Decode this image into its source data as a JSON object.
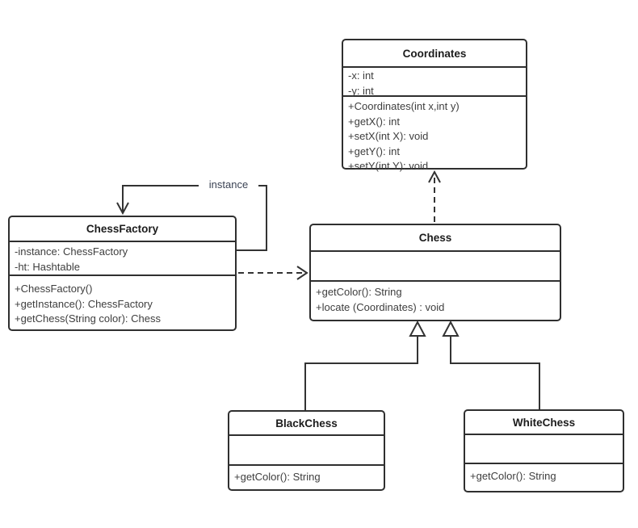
{
  "diagram": {
    "type": "uml-class-diagram",
    "colors": {
      "background": "#ffffff",
      "line": "#333333",
      "border": "#2f2f2f",
      "title_text": "#1c1c1c",
      "member_text": "#3e3e3e"
    },
    "classes": [
      {
        "name": "Coordinates",
        "attributes": [
          "-x:  int",
          "-y:  int"
        ],
        "methods": [
          "+Coordinates(int x,int y)",
          "+getX():  int",
          "+setX(int X):  void",
          "+getY():  int",
          "+setY(int Y):  void"
        ]
      },
      {
        "name": "ChessFactory",
        "attributes": [
          "-instance:  ChessFactory",
          "-ht:  Hashtable"
        ],
        "methods": [
          "+ChessFactory()",
          "+getInstance():  ChessFactory",
          "+getChess(String color):  Chess"
        ]
      },
      {
        "name": "Chess",
        "attributes": [],
        "methods": [
          "+getColor():  String",
          "+locate (Coordinates) : void"
        ]
      },
      {
        "name": "BlackChess",
        "attributes": [],
        "methods": [
          "+getColor():  String"
        ]
      },
      {
        "name": "WhiteChess",
        "attributes": [],
        "methods": [
          "+getColor():  String"
        ]
      }
    ],
    "connectors": {
      "instance_label": "instance",
      "relations": [
        {
          "from": "ChessFactory",
          "to": "ChessFactory",
          "type": "self-association",
          "label": "instance"
        },
        {
          "from": "ChessFactory",
          "to": "Chess",
          "type": "dependency",
          "style": "dashed-open-arrow"
        },
        {
          "from": "Chess",
          "to": "Coordinates",
          "type": "dependency",
          "style": "dashed-open-arrow"
        },
        {
          "from": "BlackChess",
          "to": "Chess",
          "type": "generalization",
          "style": "solid-hollow-triangle"
        },
        {
          "from": "WhiteChess",
          "to": "Chess",
          "type": "generalization",
          "style": "solid-hollow-triangle"
        }
      ]
    }
  }
}
